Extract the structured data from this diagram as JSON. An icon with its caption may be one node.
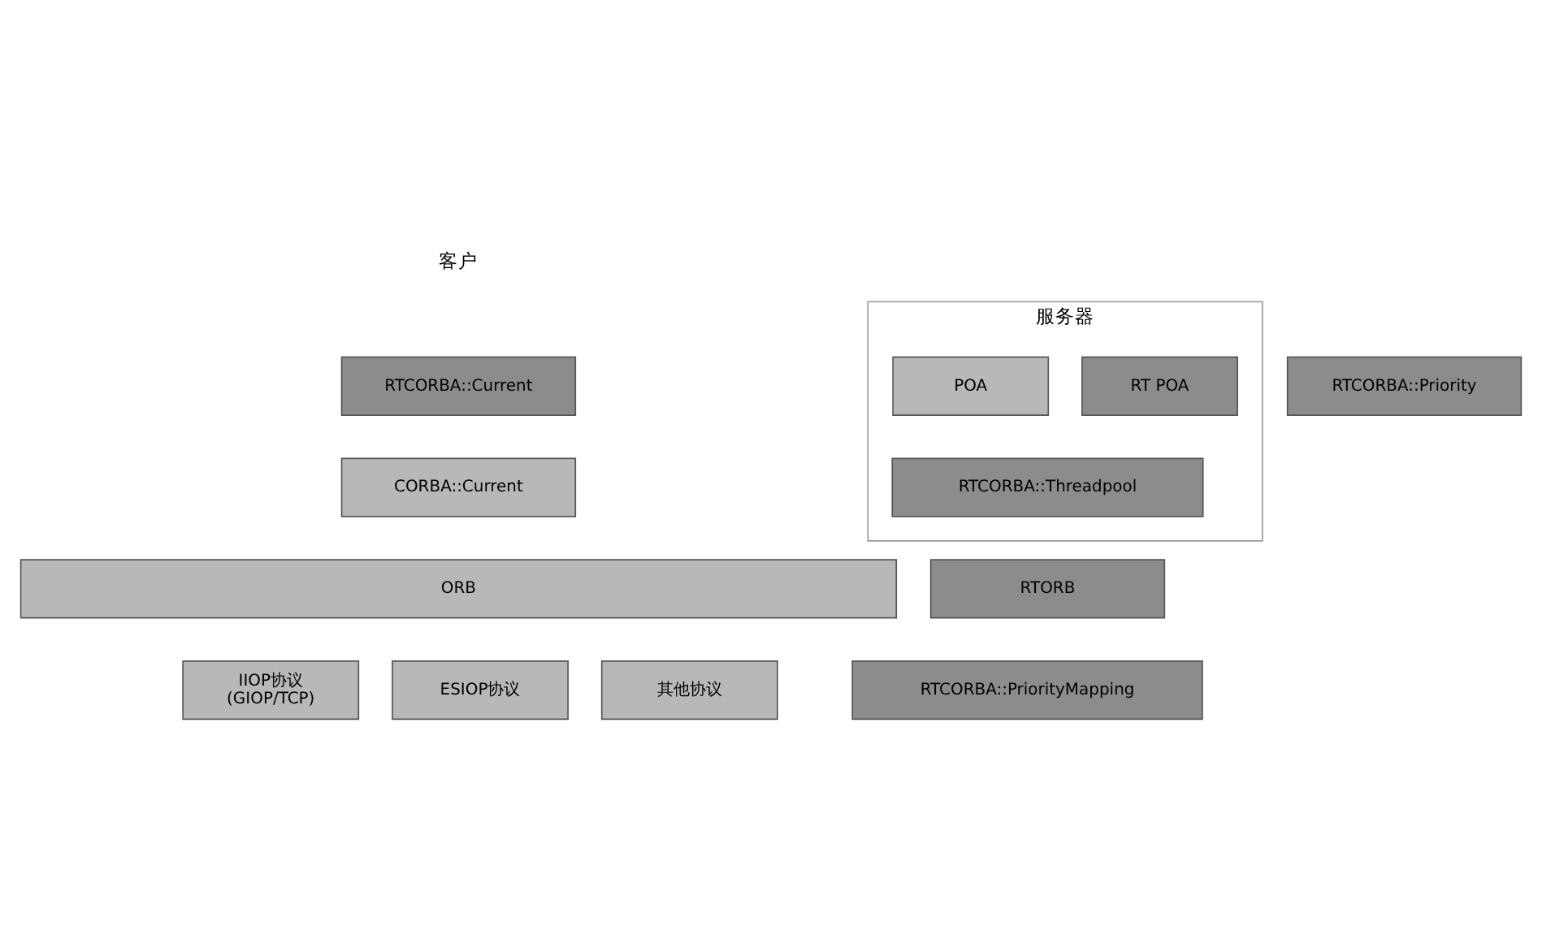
{
  "diagram": {
    "nodes": [
      {
        "text": [
          "RTCORBA::Current"
        ]
      },
      {
        "text": [
          "CORBA::Current"
        ]
      },
      {
        "text": [
          "RTCORBA::Priority"
        ]
      },
      {
        "text": [
          "服务器"
        ]
      },
      {
        "text": [
          "POA"
        ],
        "in": 3
      },
      {
        "text": [
          "RT POA"
        ],
        "in": 3
      },
      {
        "text": [
          "RTCORBA::Threadpool"
        ],
        "in": 3
      },
      {
        "text": [
          "ORB"
        ]
      },
      {
        "text": [
          "RTORB"
        ]
      },
      {
        "text": [
          "IIOP协议 (GIOP/TCP)"
        ]
      },
      {
        "text": [
          "ESIOP协议"
        ]
      },
      {
        "text": [
          "其他协议"
        ]
      },
      {
        "text": [
          "RTCORBA::PriorityMapping"
        ]
      }
    ],
    "edges": [],
    "labels": [
      "客户"
    ]
  }
}
